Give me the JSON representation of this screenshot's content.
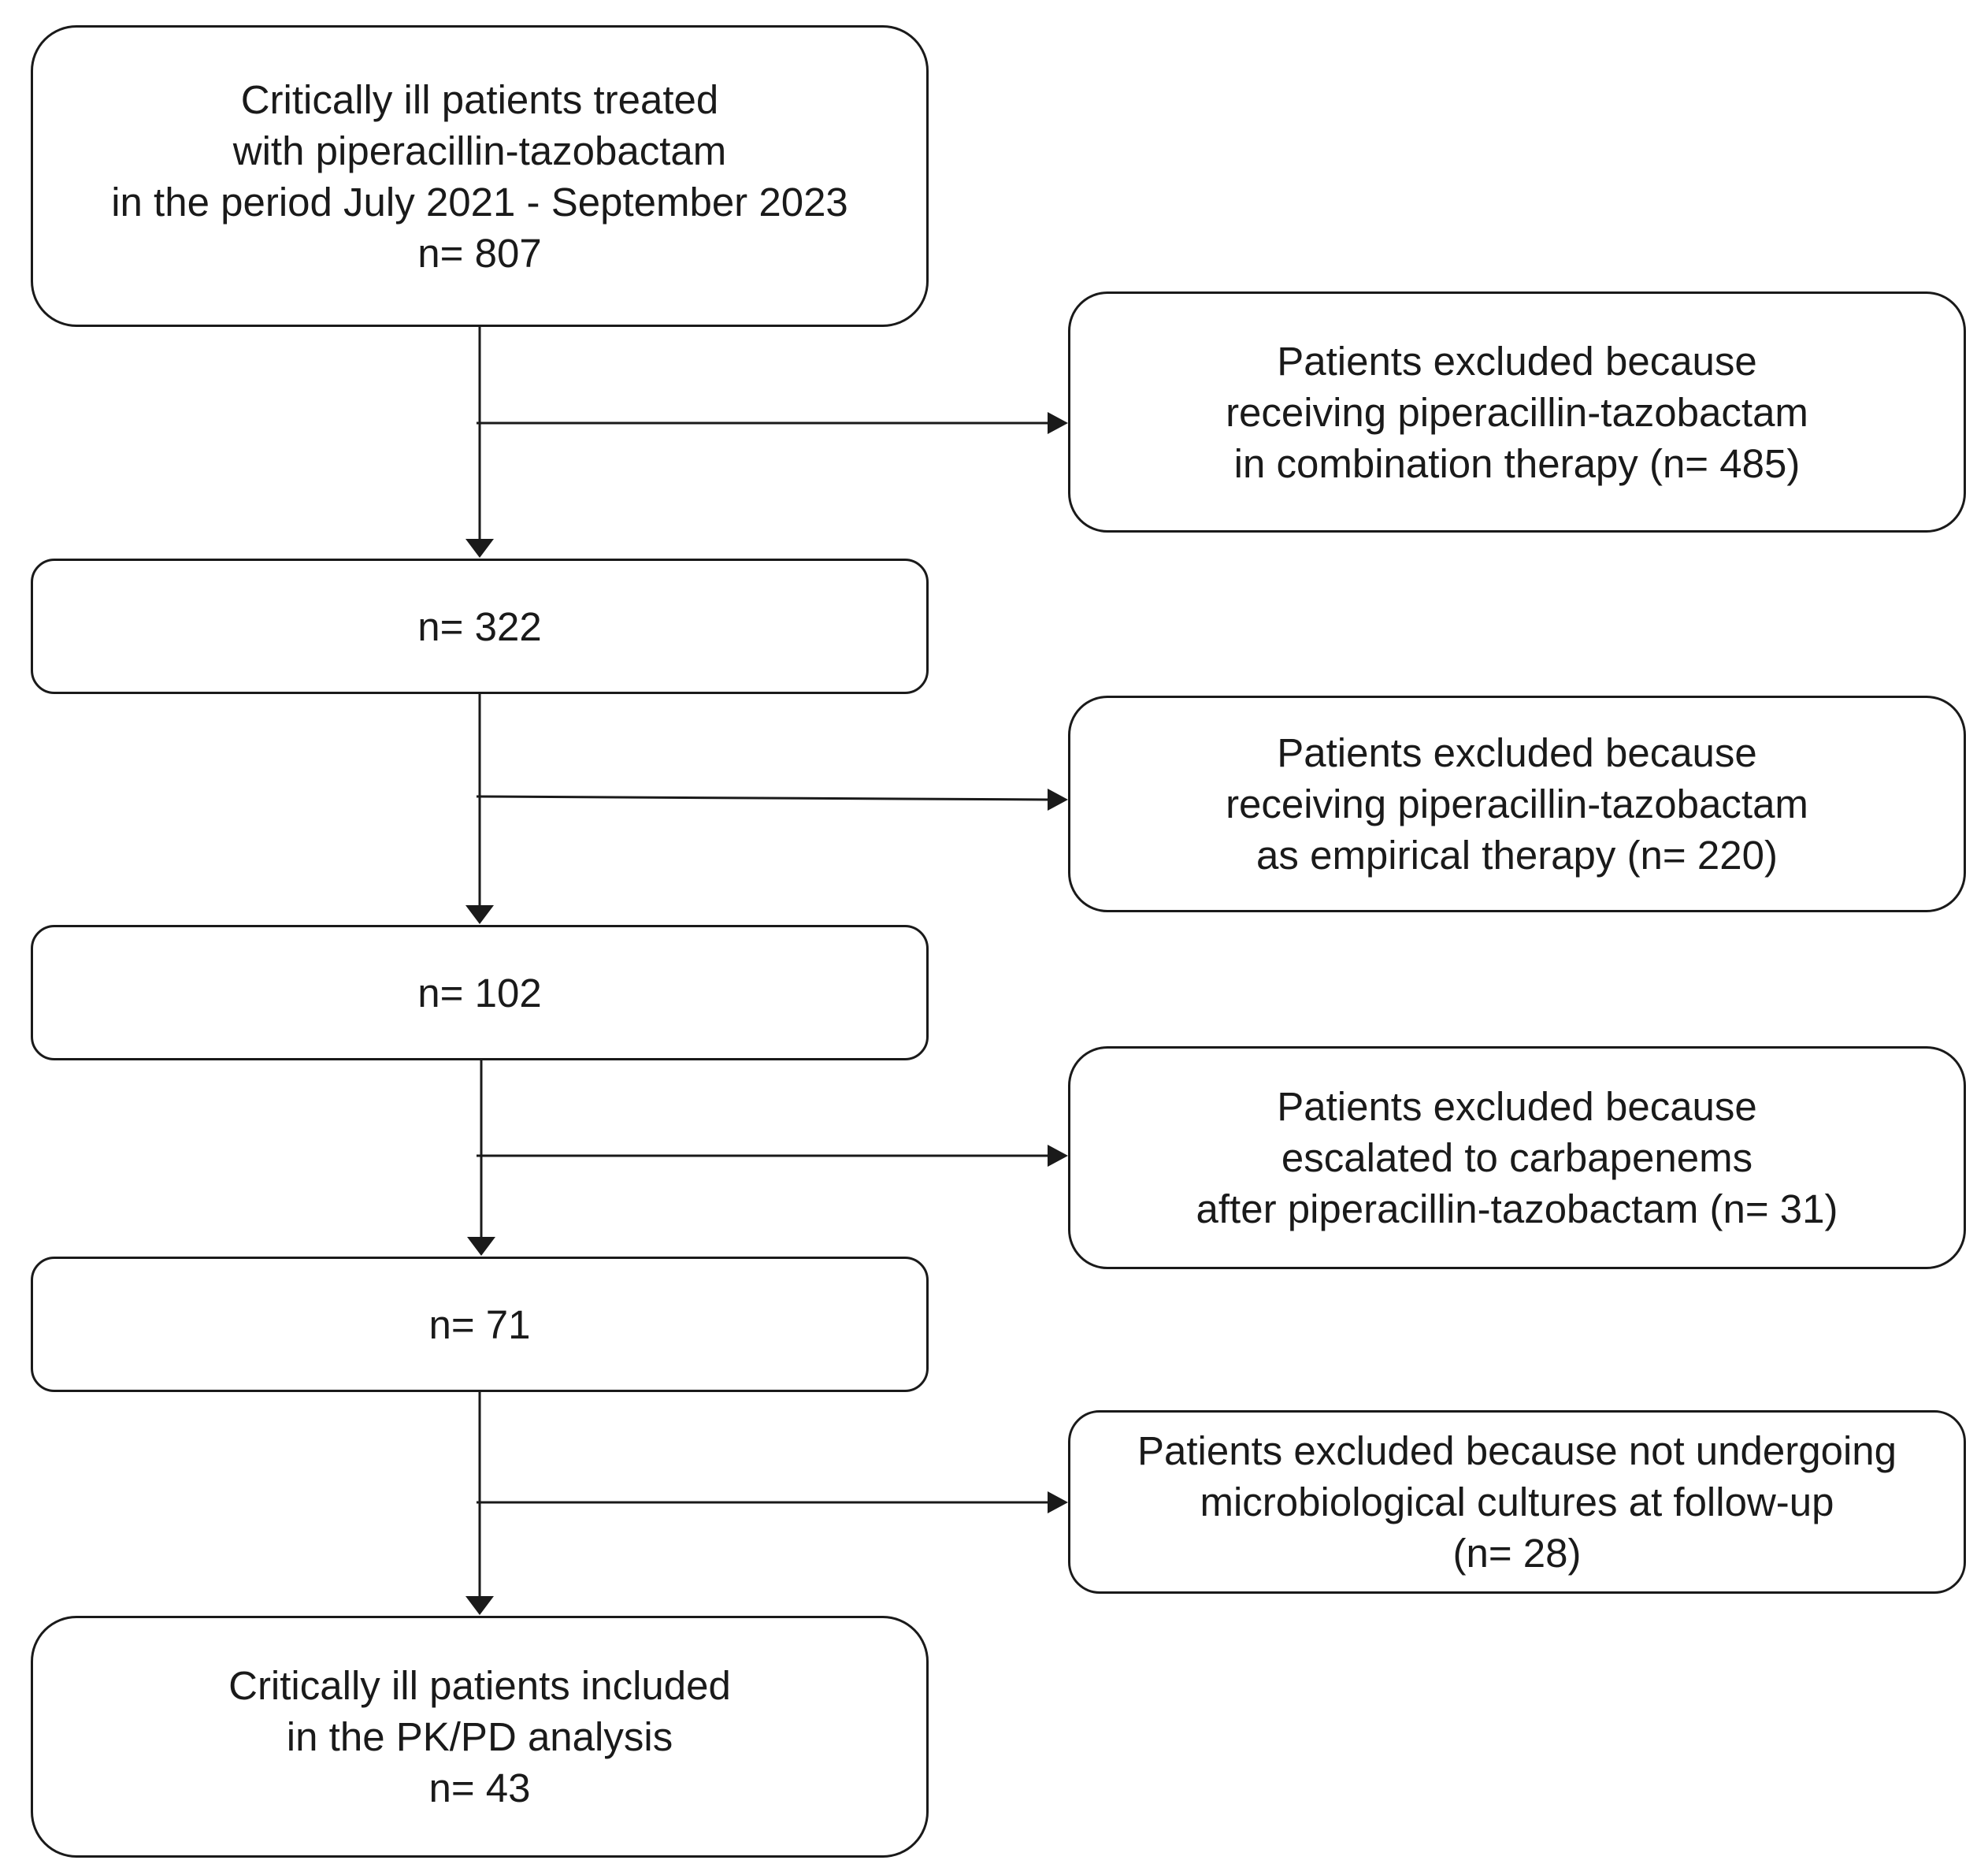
{
  "main_boxes": [
    {
      "lines": [
        "Critically ill patients treated",
        "with piperacillin-tazobactam",
        "in the period July 2021 - September 2023",
        "n= 807"
      ]
    },
    {
      "lines": [
        "n= 322"
      ]
    },
    {
      "lines": [
        "n= 102"
      ]
    },
    {
      "lines": [
        "n= 71"
      ]
    },
    {
      "lines": [
        "Critically ill patients included",
        "in the PK/PD analysis",
        "n= 43"
      ]
    }
  ],
  "exclusion_boxes": [
    {
      "lines": [
        "Patients excluded because",
        "receiving piperacillin-tazobactam",
        "in combination therapy (n= 485)"
      ]
    },
    {
      "lines": [
        "Patients excluded because",
        "receiving piperacillin-tazobactam",
        "as empirical therapy (n= 220)"
      ]
    },
    {
      "lines": [
        "Patients excluded because",
        "escalated to carbapenems",
        "after piperacillin-tazobactam (n= 31)"
      ]
    },
    {
      "lines": [
        "Patients excluded because not undergoing",
        "microbiological cultures at follow-up",
        "(n= 28)"
      ]
    }
  ]
}
